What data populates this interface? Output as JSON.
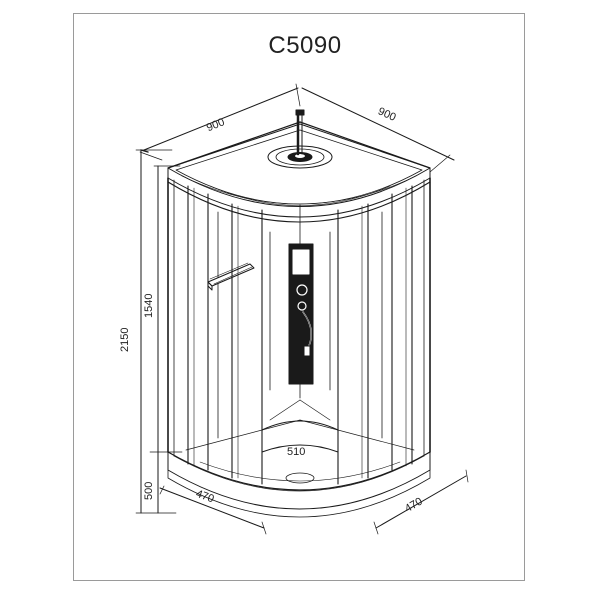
{
  "title": "C5090",
  "dimensions": {
    "top_left_width": "900",
    "top_right_width": "900",
    "total_height": "2150",
    "cabin_height": "1540",
    "tray_height": "500",
    "tray_left_width": "470",
    "tray_right_width": "470",
    "seat_width": "510"
  },
  "colors": {
    "line": "#1a1a1a",
    "frame": "#9a9a9a"
  }
}
